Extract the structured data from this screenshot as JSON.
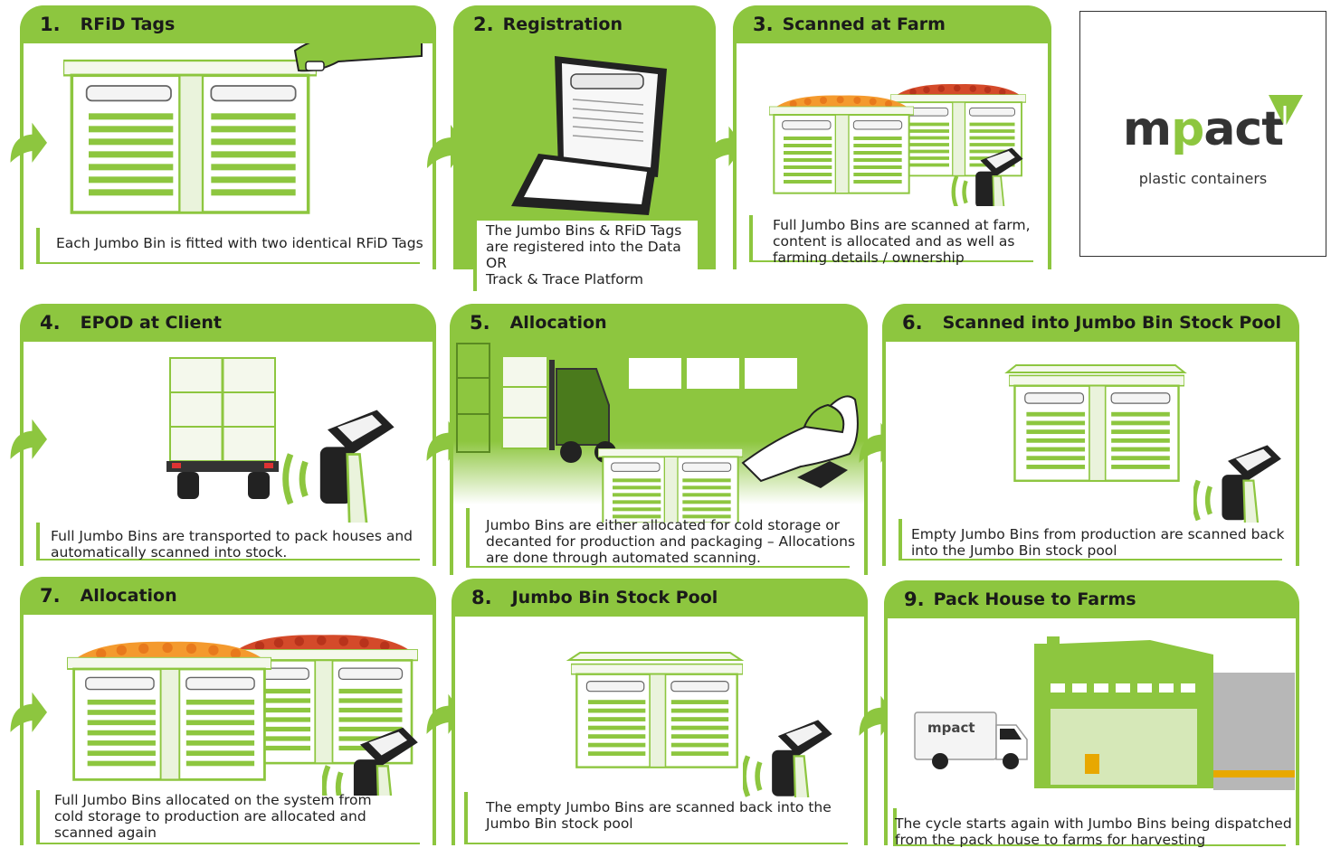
{
  "brand": {
    "name_prefix": "m",
    "name_p": "p",
    "name_suffix": "act",
    "tagline": "plastic containers",
    "accent_color": "#8dc63f",
    "truck_logo": "mpact"
  },
  "steps": [
    {
      "num": "1.",
      "title": "RFiD Tags",
      "caption": "Each Jumbo Bin is fitted with two identical RFiD Tags"
    },
    {
      "num": "2.",
      "title": "Registration",
      "caption": "The Jumbo Bins & RFiD Tags\nare registered into the Data OR\nTrack & Trace Platform"
    },
    {
      "num": "3.",
      "title": "Scanned at Farm",
      "caption": "Full Jumbo Bins are scanned at farm,\ncontent is allocated and as well as\nfarming details / ownership"
    },
    {
      "num": "4.",
      "title": "EPOD at Client",
      "caption": "Full Jumbo Bins are transported to pack houses and\nautomatically scanned into stock."
    },
    {
      "num": "5.",
      "title": "Allocation",
      "caption": "Jumbo Bins are either allocated for cold storage or\ndecanted for production and packaging – Allocations\nare done through automated scanning."
    },
    {
      "num": "6.",
      "title": "Scanned into Jumbo Bin Stock Pool",
      "caption": "Empty Jumbo Bins from production are scanned back\ninto the Jumbo Bin stock pool"
    },
    {
      "num": "7.",
      "title": "Allocation",
      "caption": "Full Jumbo Bins allocated on the system from\ncold storage to production are allocated and\nscanned again"
    },
    {
      "num": "8.",
      "title": "Jumbo Bin Stock Pool",
      "caption": "The empty Jumbo Bins are scanned back into the\nJumbo Bin stock pool"
    },
    {
      "num": "9.",
      "title": "Pack House to Farms",
      "caption": "The cycle starts again with Jumbo Bins being dispatched\nfrom the pack house to farms for harvesting"
    }
  ]
}
